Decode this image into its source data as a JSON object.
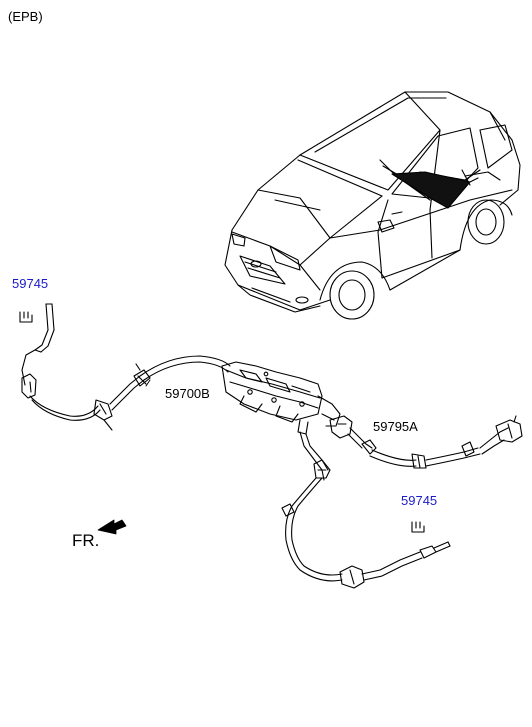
{
  "header": {
    "title": "(EPB)"
  },
  "callouts": {
    "bolt_top": "59745",
    "cable_main": "59700B",
    "cable_right": "59795A",
    "bolt_bottom": "59745"
  },
  "direction": {
    "label": "FR."
  },
  "colors": {
    "link": "#1a1acc",
    "line": "#000000"
  }
}
